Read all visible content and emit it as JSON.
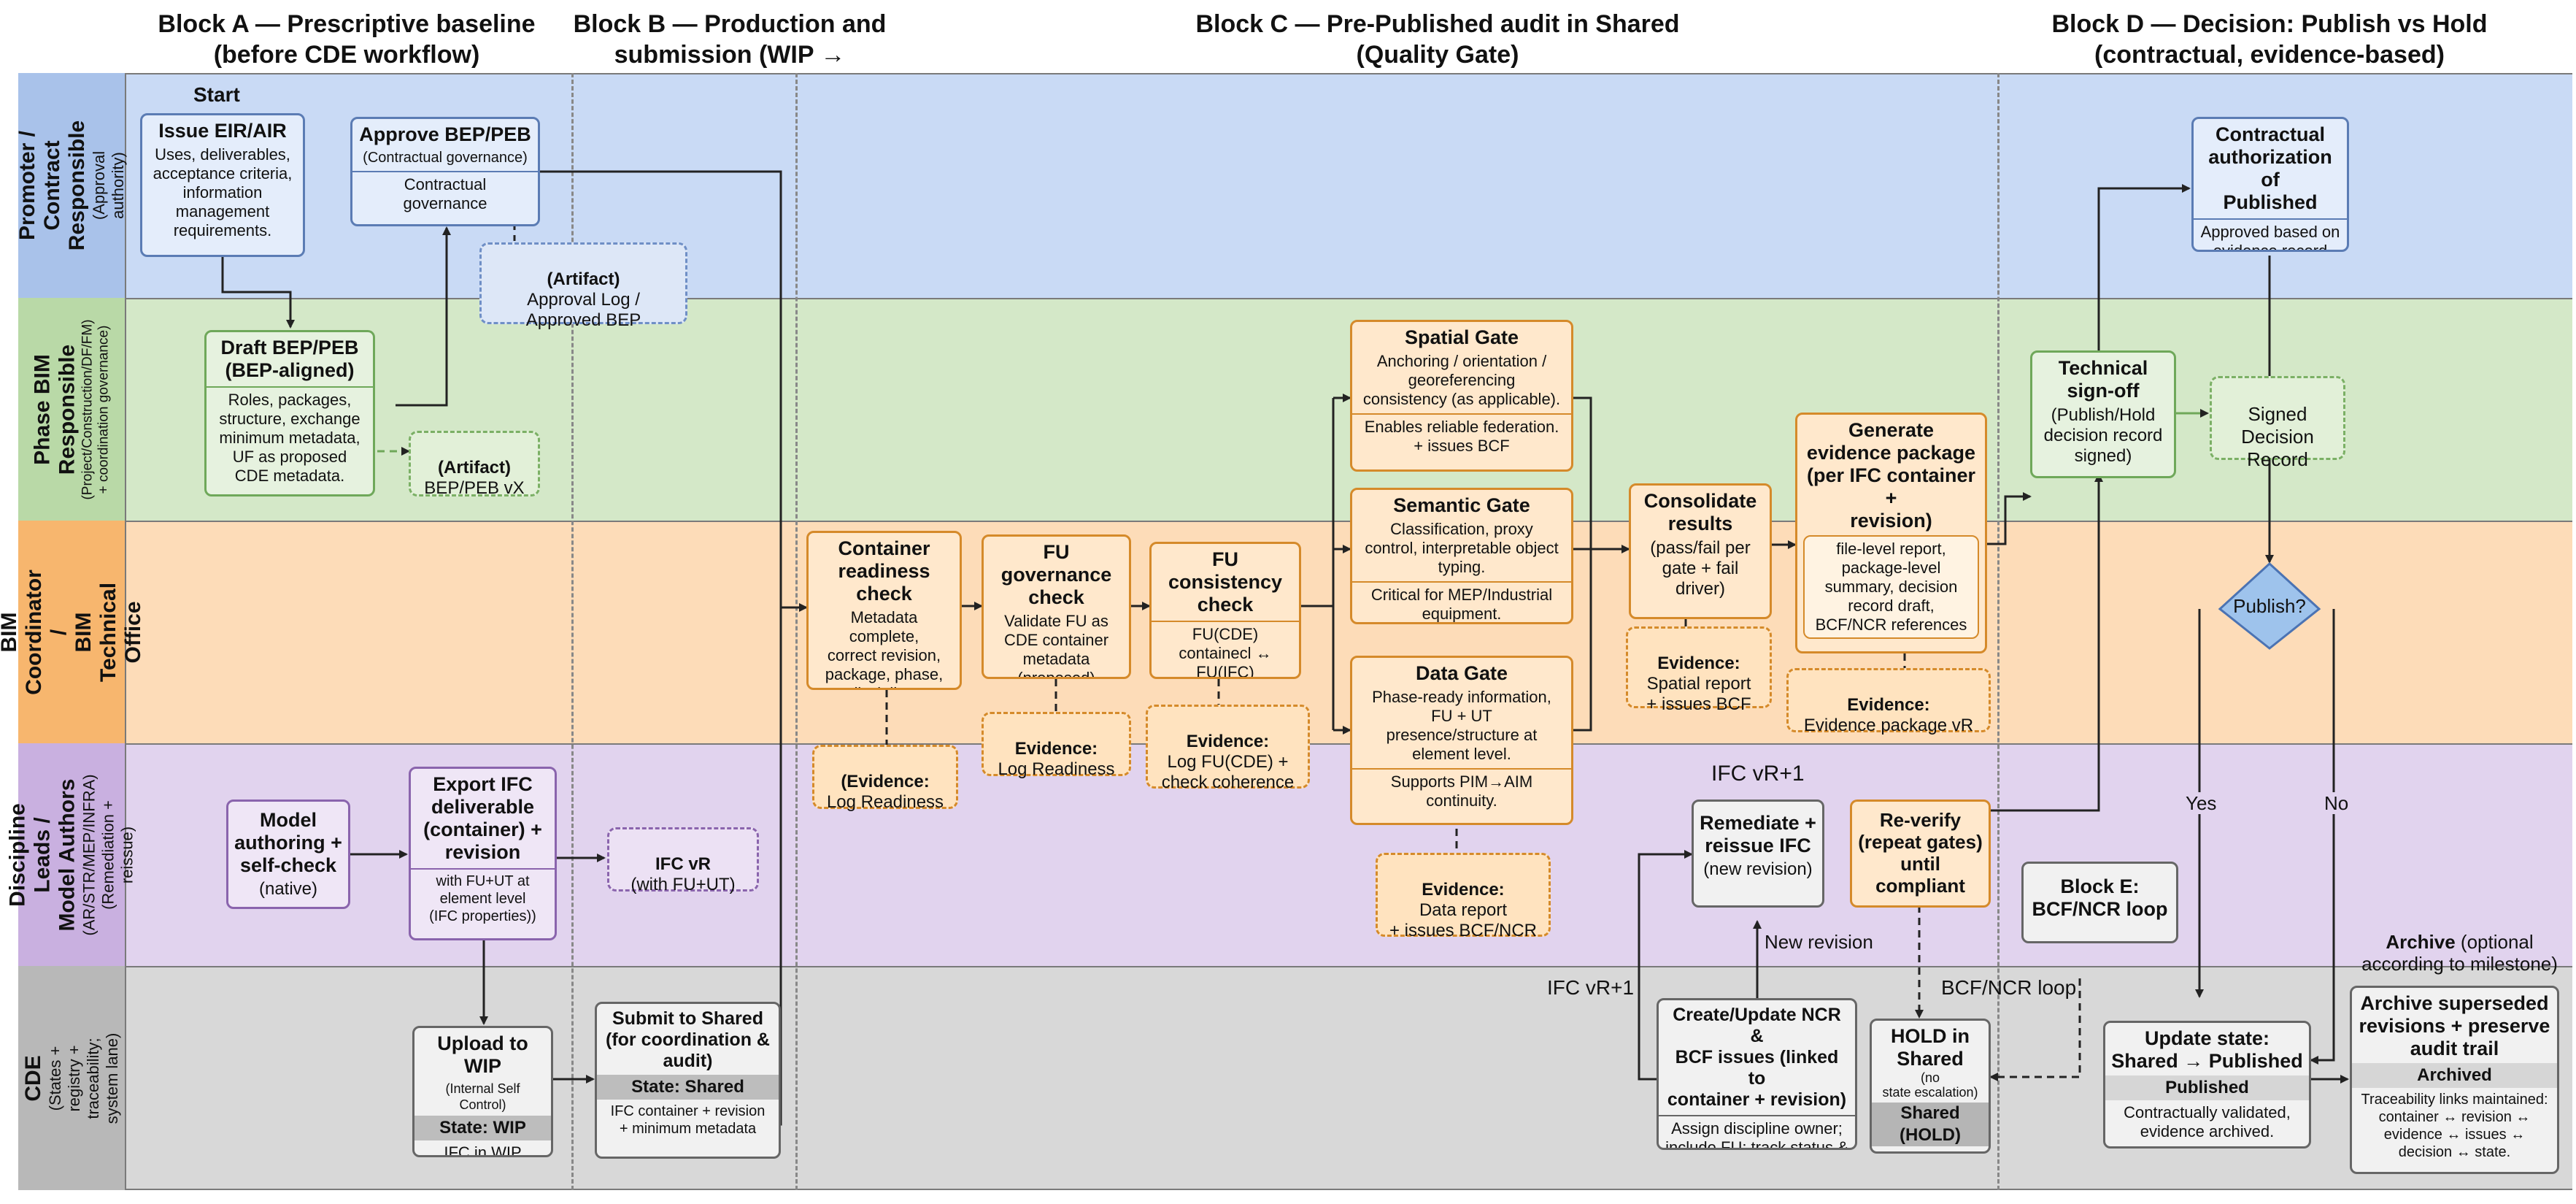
{
  "blocks": {
    "a": "Block A — Prescriptive baseline\n(before CDE workflow)",
    "b": "Block B — Production and\nsubmission (WIP → Shared)",
    "c": "Block C — Pre-Published audit in Shared\n(Quality Gate)",
    "d": "Block D — Decision: Publish vs Hold\n(contractual, evidence-based)"
  },
  "lanes": [
    {
      "title": "Promoter /\nContract Responsible",
      "subtitle": "(Approval authority)"
    },
    {
      "title": "Phase BIM\nResponsible",
      "subtitle": "(Project/Construction/DF/FM)\n+ coordination governance)"
    },
    {
      "title": "BIM Coordinator /\nBIM Technical\nOffice",
      "subtitle": ""
    },
    {
      "title": "Discipline Leads /\nModel Authors",
      "subtitle": "(AR/STR/MEP/INFRA)\n(Remediation + reissue)"
    },
    {
      "title": "CDE",
      "subtitle": "(States + registry +\ntraceability;\nsystem lane)"
    }
  ],
  "start_label": "Start",
  "boxes": {
    "issue_eir": {
      "title": "Issue EIR/AIR",
      "desc": "Uses, deliverables,\nacceptance criteria,\ninformation\nmanagement\nrequirements."
    },
    "approve_bep": {
      "title": "Approve BEP/PEB",
      "sub": "(Contractual governance)",
      "desc": "Contractual\ngovernance"
    },
    "draft_bep": {
      "title": "Draft BEP/PEB\n(BEP-aligned)",
      "desc": "Roles, packages,\nstructure, exchange\nminimum metadata,\nUF as proposed\nCDE metadata."
    },
    "model_auth": {
      "title": "Model\nauthoring +\nself-check",
      "desc": "(native)"
    },
    "export_ifc": {
      "title": "Export IFC\ndeliverable\n(container) +\nrevision",
      "desc": "with FU+UT at\nelement level\n(IFC properties))"
    },
    "upload_wip": {
      "title": "Upload to WIP",
      "sub": "(Internal Self Control)",
      "state": "State: WIP",
      "desc": "IFC in WIP"
    },
    "submit_shared": {
      "title": "Submit to Shared\n(for coordination &\naudit)",
      "state": "State: Shared",
      "desc": "IFC container + revision\n+ minimum metadata"
    },
    "container_check": {
      "title": "Container\nreadiness check",
      "desc": "Metadata\ncomplete,\ncorrect revision,\npackage, phase,\ndiscipline."
    },
    "fu_gov": {
      "title": "FU governance\ncheck",
      "desc": "Validate FU as\nCDE container\nmetadata\n(proposed)"
    },
    "fu_cons": {
      "title": "FU consistency\ncheck",
      "desc": "FU(CDE)\ncontainecl ↔\nFU(IFC)"
    },
    "spatial_gate": {
      "title": "Spatial Gate",
      "desc": "Anchoring / orientation /\ngeoreferencing\nconsistency (as applicable).",
      "desc2": "Enables reliable federation.\n+ issues BCF"
    },
    "semantic_gate": {
      "title": "Semantic Gate",
      "desc": "Classification, proxy\ncontrol, interpretable object\ntyping.",
      "desc2": "Critical for MEP/Industrial\nequipment."
    },
    "data_gate": {
      "title": "Data Gate",
      "desc": "Phase-ready information,\nFU + UT\npresence/structure at\nelement level.",
      "desc2": "Supports PIM→AIM\ncontinuity."
    },
    "consolidate": {
      "title": "Consolidate\nresults",
      "desc": "(pass/fail per\ngate + fail\ndriver)"
    },
    "generate_ev": {
      "title": "Generate\nevidence package\n(per IFC container +\nrevision)",
      "desc": "file-level report,\npackage-level\nsummary, decision\nrecord draft,\nBCF/NCR references"
    },
    "tech_signoff": {
      "title": "Technical\nsign-off",
      "desc": "(Publish/Hold\ndecision record\nsigned)"
    },
    "contract_auth": {
      "title": "Contractual\nauthorization of\nPublished",
      "desc": "Approved based on\nevidence record"
    },
    "remediate": {
      "title": "Remediate +\nreissue IFC",
      "desc": "(new revision)"
    },
    "reverify": {
      "title": "Re-verify\n(repeat gates)\nuntil\ncompliant"
    },
    "block_e": {
      "title": "Block E:\nBCF/NCR loop"
    },
    "create_ncr": {
      "title": "Create/Update NCR &\nBCF issues (linked to\ncontainer + revision)",
      "desc": "Assign discipline owner;\ninclude FU; track status &\ndates."
    },
    "hold_shared": {
      "title": "HOLD in\nShared",
      "sub": "(no\nstate escalation)",
      "state": "Shared\n(HOLD)"
    },
    "update_state": {
      "title": "Update state:\nShared → Published",
      "state": "Published",
      "desc": "Contractually validated,\nevidence archived."
    },
    "archive": {
      "title": "Archive superseded\nrevisions + preserve\naudit trail",
      "state": "Archived",
      "desc": "Traceability links maintained:\ncontainer ↔ revision ↔\nevidence ↔ issues ↔\ndecision ↔ state."
    }
  },
  "evidence": {
    "artifact_log": {
      "head": "(Artifact)",
      "body": "Approval Log /\nApproved BEP"
    },
    "artifact_bep": {
      "head": "(Artifact)",
      "body": "BEP/PEB vX"
    },
    "ifc_vr": {
      "head": "IFC vR",
      "body": "(with FU+UT)"
    },
    "ev_log1": {
      "head": "(Evidence:",
      "body": "Log Readiness"
    },
    "ev_log2": {
      "head": "Evidence:",
      "body": "Log Readiness"
    },
    "ev_fu": {
      "head": "Evidence:",
      "body": "Log FU(CDE) +\ncheck coherence"
    },
    "ev_data": {
      "head": "Evidence:",
      "body": "Data report\n+ issues BCF/NCR"
    },
    "ev_spatial": {
      "head": "Evidence:",
      "body": "Spatial report\n+ issues BCF"
    },
    "ev_package": {
      "head": "Evidence:",
      "body": "Evidence package vR"
    },
    "signed_record": {
      "head": "",
      "body": "Signed\nDecision\nRecord"
    }
  },
  "decision": {
    "label": "Publish?",
    "yes": "Yes",
    "no": "No"
  },
  "labels": {
    "ifc_vr1_top": "IFC vR+1",
    "ifc_vr1_left": "IFC vR+1",
    "new_revision": "New revision",
    "bcf_loop": "BCF/NCR loop",
    "archive_head": "Archive",
    "archive_note": " (optional\naccording to milestone)"
  },
  "colors": {
    "lane_blue": "#c9daf5",
    "lane_green": "#d4e8c8",
    "lane_orange": "#fddcb8",
    "lane_purple": "#e1d3ee",
    "lane_gray": "#d8d8d8",
    "decision_fill": "#9ec3ec"
  }
}
